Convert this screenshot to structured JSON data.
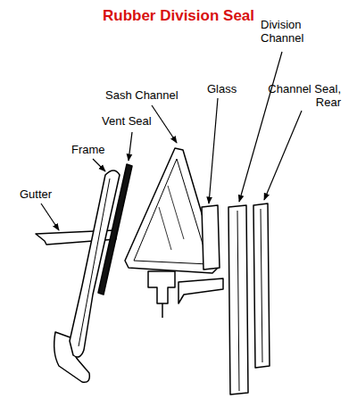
{
  "diagram": {
    "title": "Rubber Division Seal",
    "labels": [
      "Division Channel",
      "Glass",
      "Sash Channel",
      "Vent Seal",
      "Frame",
      "Gutter",
      "Channel Seal, Rear"
    ]
  }
}
